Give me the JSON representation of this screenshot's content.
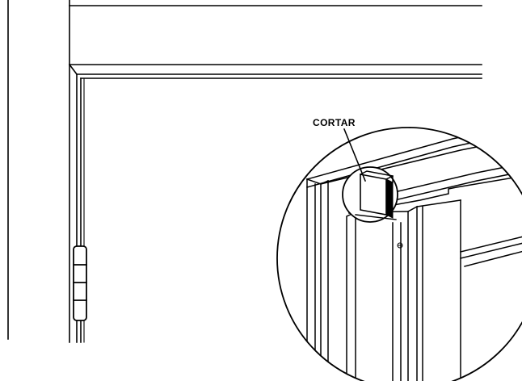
{
  "diagram": {
    "callout_label": "CORTAR",
    "colors": {
      "line": "#000000",
      "background": "#ffffff"
    },
    "parts": [
      "door-frame",
      "hinge",
      "detail-magnifier",
      "frame-profile",
      "cut-piece",
      "screw-icon"
    ]
  }
}
